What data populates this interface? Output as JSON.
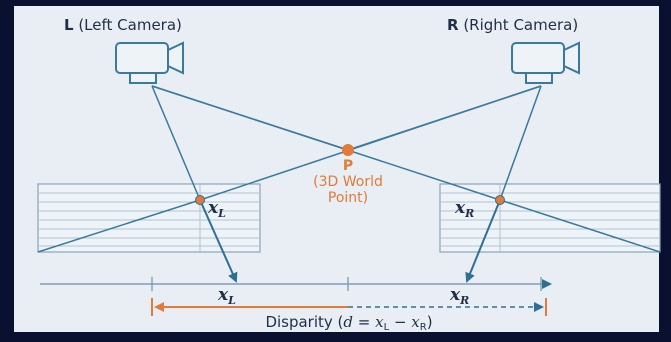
{
  "left_camera": {
    "letter": "L",
    "label": " (Left Camera)"
  },
  "right_camera": {
    "letter": "R",
    "label": " (Right Camera)"
  },
  "point": {
    "letter": "P",
    "line1": "(3D World",
    "line2": "Point)"
  },
  "left_image_point": {
    "symbol": "x",
    "subscript": "L"
  },
  "right_image_point": {
    "symbol": "x",
    "subscript": "R"
  },
  "left_axis_point": {
    "symbol": "x",
    "subscript": "L"
  },
  "right_axis_point": {
    "symbol": "x",
    "subscript": "R"
  },
  "disparity": {
    "prefix": "Disparity (",
    "d": "d",
    "eq": " = ",
    "xl": "x",
    "xl_sub": "L",
    "minus": " − ",
    "xr": "x",
    "xr_sub": "R",
    "suffix": ")"
  },
  "colors": {
    "frame_bg": "#0a1030",
    "panel_bg": "#e8eef4",
    "line": "#3a7a9c",
    "dark_text": "#1f2f45",
    "accent": "#e07b39"
  }
}
